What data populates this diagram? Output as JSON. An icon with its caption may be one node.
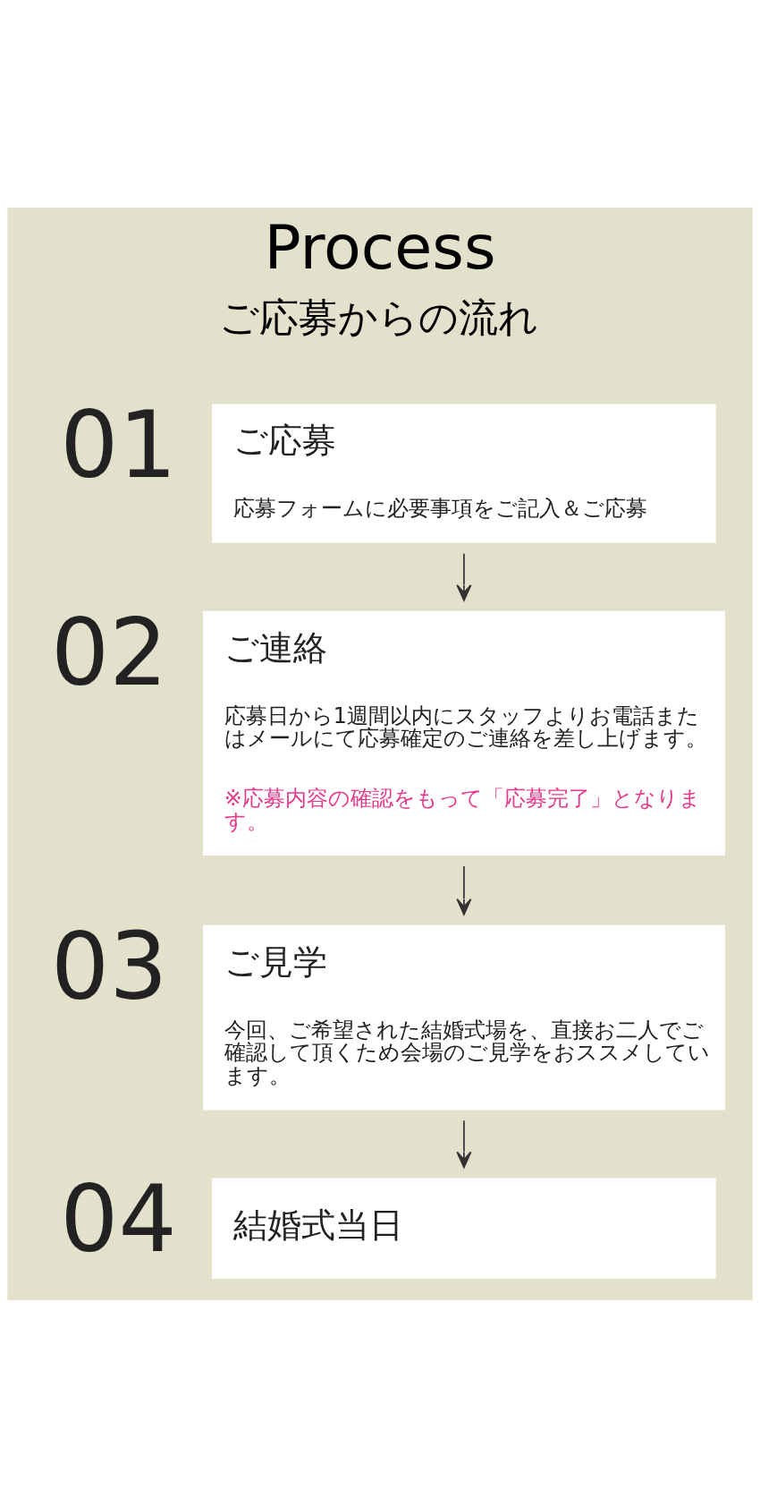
{
  "diagram": {
    "title": "Process",
    "nodes": [
      {
        "text": [
          "ご応募",
          "応募フォームに必要事項をご記入＆ご応募"
        ],
        "beside": [
          "01"
        ]
      },
      {
        "text": [
          "ご連絡",
          "応募日から1週間以内にスタッフよりお電話またはメールにて応募確定のご連絡を差し上げます。",
          "※応募内容の確認をもって「応募完了」となります。"
        ],
        "beside": [
          "02"
        ]
      },
      {
        "text": [
          "ご見学",
          "今回、ご希望された結婚式場を、直接お二人でご確認して頂くため会場のご見学をおススメしています。"
        ],
        "beside": [
          "03"
        ]
      },
      {
        "text": [
          "結婚式当日"
        ],
        "beside": [
          "04"
        ]
      }
    ],
    "edges": [
      {
        "from": 0,
        "to": 1,
        "arrow": "to"
      },
      {
        "from": 1,
        "to": 2,
        "arrow": "to"
      },
      {
        "from": 2,
        "to": 3,
        "arrow": "to"
      }
    ],
    "labels": [
      "ご応募からの流れ"
    ]
  }
}
